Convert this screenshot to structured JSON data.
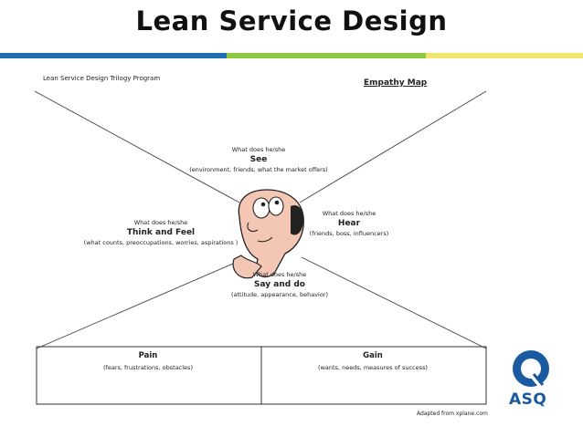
{
  "header": {
    "title": "Lean Service Design"
  },
  "slide": {
    "program": "Lean Service Design Trilogy Program",
    "map_title": "Empathy Map",
    "credit": "Adapted from  xplane.com",
    "logo_text": "ASQ"
  },
  "quadrants": {
    "see": {
      "question": "What does he/she",
      "heading": "See",
      "detail": "(environment, friends, what the market offers)"
    },
    "think": {
      "question": "What does he/she",
      "heading": "Think and Feel",
      "detail": "(what counts, preoccupations, worries, aspirations )"
    },
    "hear": {
      "question": "What does he/she",
      "heading": "Hear",
      "detail": "(friends, boss, influencers)"
    },
    "say": {
      "question": "What does he/she",
      "heading": "Say and do",
      "detail": "(attitude, appearance, behavior)"
    }
  },
  "boxes": {
    "pain": {
      "heading": "Pain",
      "detail": "(fears, frustrations, obstacles)"
    },
    "gain": {
      "heading": "Gain",
      "detail": "(wants, needs, measures of success)"
    }
  },
  "colors": {
    "band_blue": "#1f6fb2",
    "band_green": "#8dc63f",
    "band_yellow": "#f2e56b",
    "logo_blue": "#1a5aa0"
  }
}
